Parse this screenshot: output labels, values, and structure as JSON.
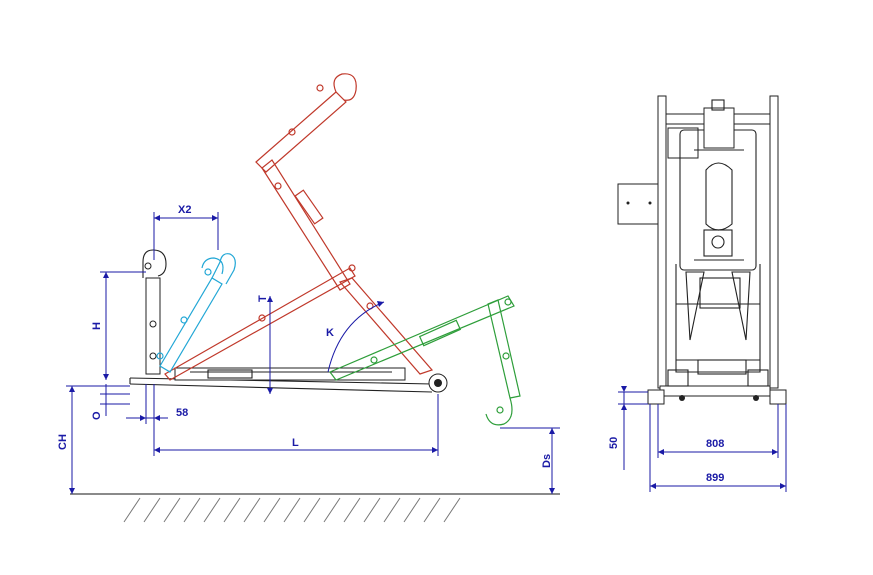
{
  "colors": {
    "dimension": "#1a1aa6",
    "position_raised": "#c0392b",
    "position_mid": "#22a7d6",
    "position_tipped": "#2e9e3a",
    "frame": "#222222"
  },
  "side_view": {
    "labels": {
      "x2": "X2",
      "h": "H",
      "t": "T",
      "k": "K",
      "o": "O",
      "d58": "58",
      "l": "L",
      "ch": "CH",
      "ds": "Ds"
    }
  },
  "rear_view": {
    "labels": {
      "d50": "50",
      "d808": "808",
      "d899": "899"
    }
  }
}
